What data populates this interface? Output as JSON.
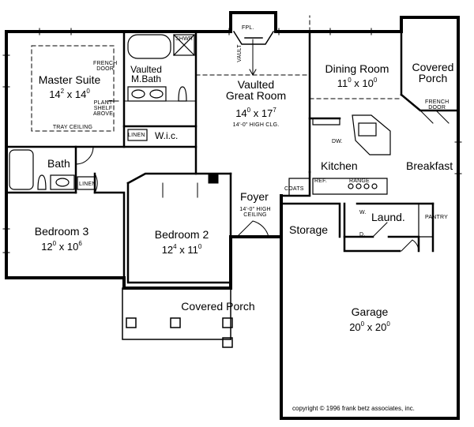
{
  "rooms": {
    "master_suite": {
      "name": "Master Suite",
      "w_ft": "14",
      "w_in": "2",
      "l_ft": "14",
      "l_in": "0",
      "sep": "x"
    },
    "vaulted_mbath": {
      "line1": "Vaulted",
      "line2": "M.Bath"
    },
    "vaulted_great_room": {
      "line1": "Vaulted",
      "line2": "Great Room",
      "w_ft": "14",
      "w_in": "0",
      "l_ft": "17",
      "l_in": "7",
      "sep": "x",
      "note": "14'-0\" HIGH CLG."
    },
    "dining_room": {
      "name": "Dining Room",
      "w_ft": "11",
      "w_in": "0",
      "l_ft": "10",
      "l_in": "0",
      "sep": "x"
    },
    "covered_porch_rear": {
      "line1": "Covered",
      "line2": "Porch"
    },
    "wic": {
      "name": "W.i.c."
    },
    "bath": {
      "name": "Bath"
    },
    "kitchen": {
      "name": "Kitchen"
    },
    "breakfast": {
      "name": "Breakfast"
    },
    "foyer": {
      "name": "Foyer",
      "note1": "14'-0\" HIGH",
      "note2": "CEILING"
    },
    "bedroom3": {
      "name": "Bedroom 3",
      "w_ft": "12",
      "w_in": "0",
      "l_ft": "10",
      "l_in": "6",
      "sep": "x"
    },
    "bedroom2": {
      "name": "Bedroom 2",
      "w_ft": "12",
      "w_in": "4",
      "l_ft": "11",
      "l_in": "0",
      "sep": "x"
    },
    "storage": {
      "name": "Storage"
    },
    "laund": {
      "name": "Laund."
    },
    "covered_porch_front": {
      "name": "Covered Porch"
    },
    "garage": {
      "name": "Garage",
      "w_ft": "20",
      "w_in": "0",
      "l_ft": "20",
      "l_in": "0",
      "sep": "x"
    }
  },
  "small_labels": {
    "fpl": "FPL.",
    "shwr": "SHWR",
    "vault": "VAULT",
    "french_door_master_1": "FRENCH",
    "french_door_master_2": "DOOR",
    "plant_shelf_1": "PLANT",
    "plant_shelf_2": "SHELF",
    "plant_shelf_3": "ABOVE",
    "tray_ceiling": "TRAY CEILING",
    "linen_1": "LINEN",
    "linen_2": "LINEN",
    "dw": "DW.",
    "ref": "REF.",
    "range": "RANGE",
    "coats": "COATS",
    "french_door_porch_1": "FRENCH",
    "french_door_porch_2": "DOOR",
    "pantry": "PANTRY",
    "w": "W.",
    "d": "D."
  },
  "copyright": "copyright © 1996 frank betz associates, inc."
}
